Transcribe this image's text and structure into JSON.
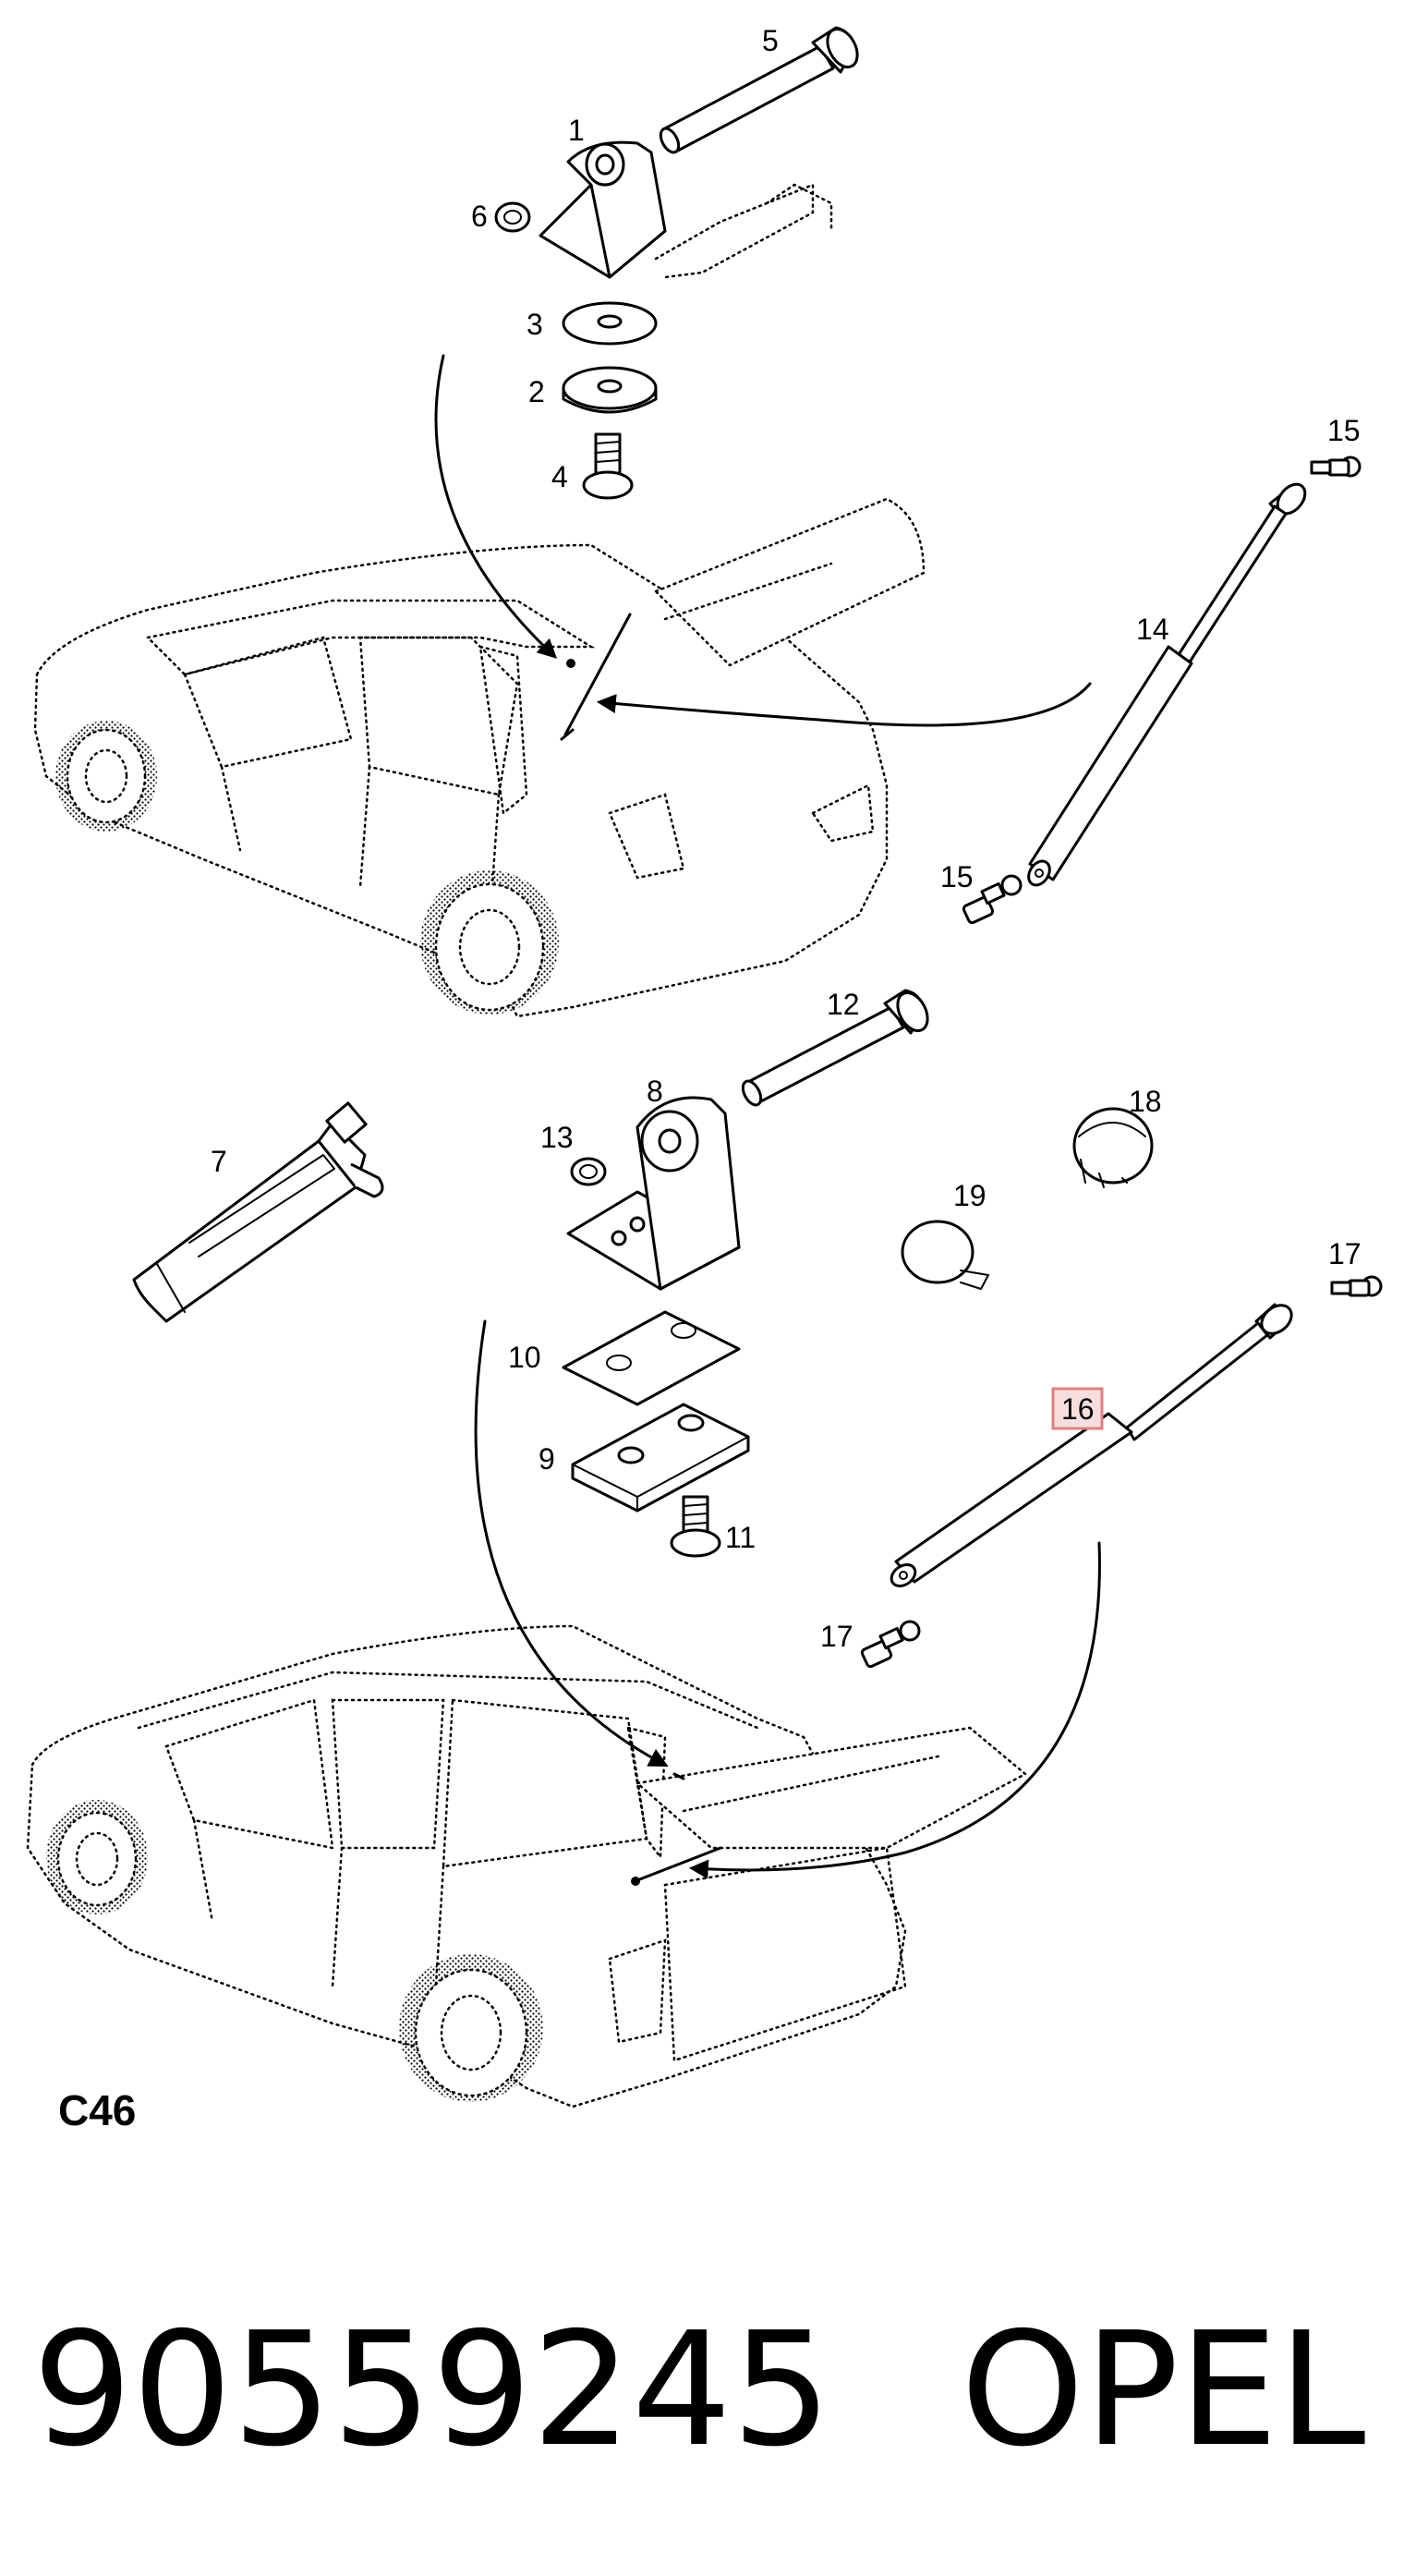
{
  "diagram": {
    "sheet_code": "C46",
    "part_number": "90559245",
    "brand": "OPEL",
    "highlighted_callout": "16",
    "callouts": {
      "c1": "1",
      "c2": "2",
      "c3": "3",
      "c4": "4",
      "c5": "5",
      "c6": "6",
      "c7": "7",
      "c8": "8",
      "c9": "9",
      "c10": "10",
      "c11": "11",
      "c12": "12",
      "c13": "13",
      "c14": "14",
      "c15a": "15",
      "c15b": "15",
      "c16": "16",
      "c17a": "17",
      "c17b": "17",
      "c18": "18",
      "c19": "19"
    },
    "highlight_color": "#e08080"
  }
}
